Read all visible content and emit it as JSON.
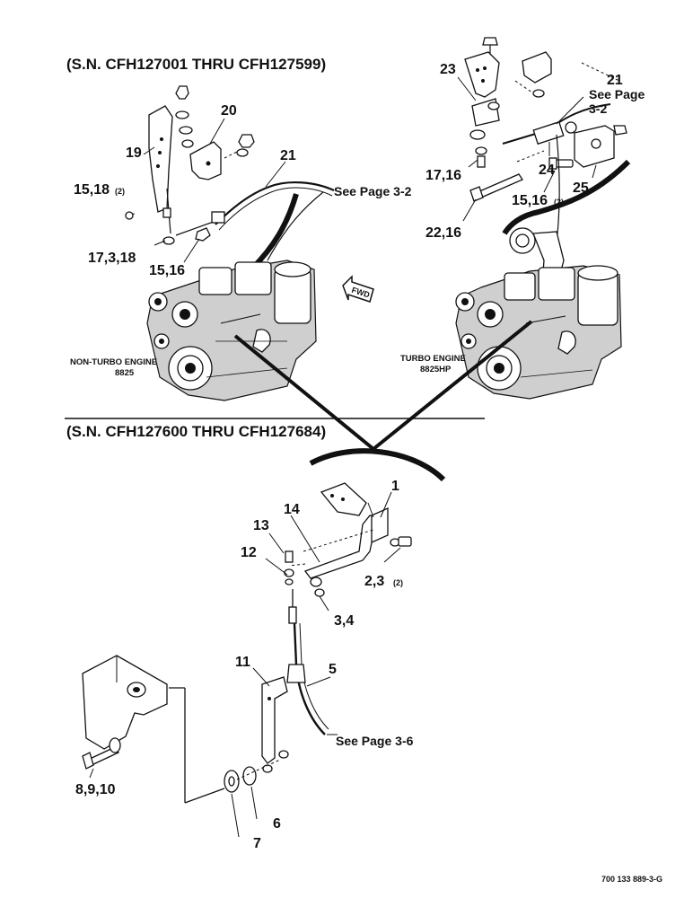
{
  "sections": {
    "upper_title": "(S.N. CFH127001 THRU CFH127599)",
    "lower_title": "(S.N. CFH127600 THRU CFH127684)"
  },
  "engines": {
    "left_caption_line1": "NON-TURBO ENGINE",
    "left_caption_line2": "8825",
    "right_caption_line1": "TURBO ENGINE",
    "right_caption_line2": "8825HP",
    "fwd_label": "FWD"
  },
  "callouts": {
    "c19": "19",
    "c20": "20",
    "c21_left": "21",
    "see_3_2_left": "See Page 3-2",
    "c15_18": "15,18",
    "c15_18_qty": "(2)",
    "c17_3_18": "17,3,18",
    "c15_16_left": "15,16",
    "c23": "23",
    "c21_right": "21",
    "see_page_right": "See Page",
    "see_3_2_right": "3-2",
    "c17_16": "17,16",
    "c24": "24",
    "c15_16_right": "15,16",
    "c15_16_right_qty": "(2)",
    "c25": "25",
    "c22_16": "22,16",
    "c1": "1",
    "c14": "14",
    "c13": "13",
    "c12": "12",
    "c2_3": "2,3",
    "c2_3_qty": "(2)",
    "c3_4": "3,4",
    "c11": "11",
    "c5": "5",
    "see_3_6": "See Page 3-6",
    "c8_9_10": "8,9,10",
    "c6": "6",
    "c7": "7"
  },
  "figure_id": "700 133 889-3-G"
}
